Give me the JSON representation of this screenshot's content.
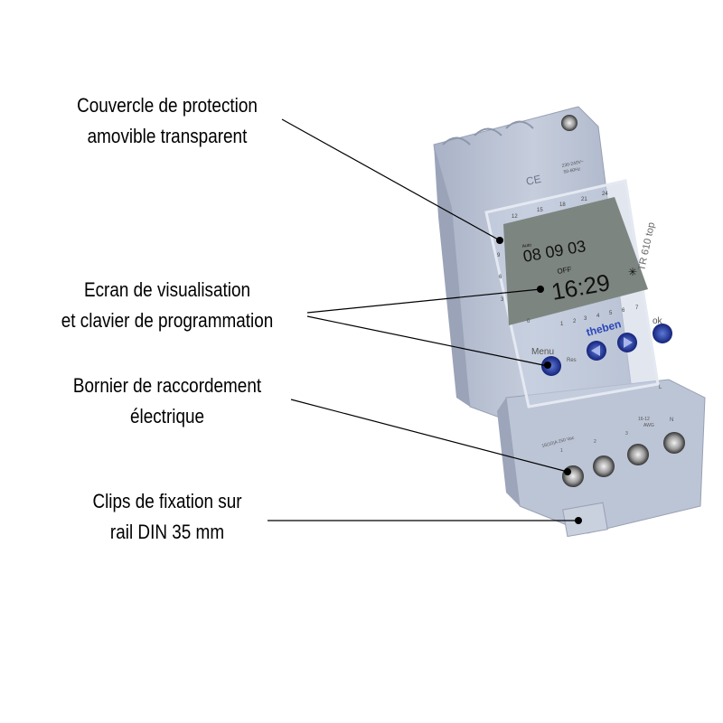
{
  "labels": {
    "cover": {
      "line1": "Couvercle de protection",
      "line2": "amovible transparent"
    },
    "screen": {
      "line1": "Ecran de visualisation",
      "line2": "et clavier de programmation"
    },
    "terminal": {
      "line1": "Bornier de raccordement",
      "line2": "électrique"
    },
    "clip": {
      "line1": "Clips de fixation sur",
      "line2": "rail DIN 35 mm"
    }
  },
  "device": {
    "model": "TR 610 top",
    "brand": "theben",
    "rating_top": "230-240V~",
    "frequency": "50-60Hz",
    "ce_mark": "CE",
    "lcd": {
      "mode": "Auto",
      "date": "08 09 03",
      "state": "OFF",
      "time": "16:29",
      "sun_symbol": "✳"
    },
    "hour_ticks": [
      "12",
      "15",
      "18",
      "21",
      "24"
    ],
    "side_ticks": [
      "9",
      "6",
      "3",
      "0"
    ],
    "days": [
      "1",
      "2",
      "3",
      "4",
      "5",
      "6",
      "7"
    ],
    "buttons": {
      "menu": "Menu",
      "ok": "ok",
      "reset": "Res"
    },
    "contact_rating": "16(10)A 250 Vac",
    "terminals": [
      "1",
      "2",
      "3"
    ],
    "wire_gauge": "16-12",
    "awg": "AWG",
    "line": "L",
    "neutral": "N"
  },
  "colors": {
    "housing": "#b9c2d4",
    "lcd": "#7d8580",
    "button": "#1d2f8f",
    "leader": "#000000"
  }
}
